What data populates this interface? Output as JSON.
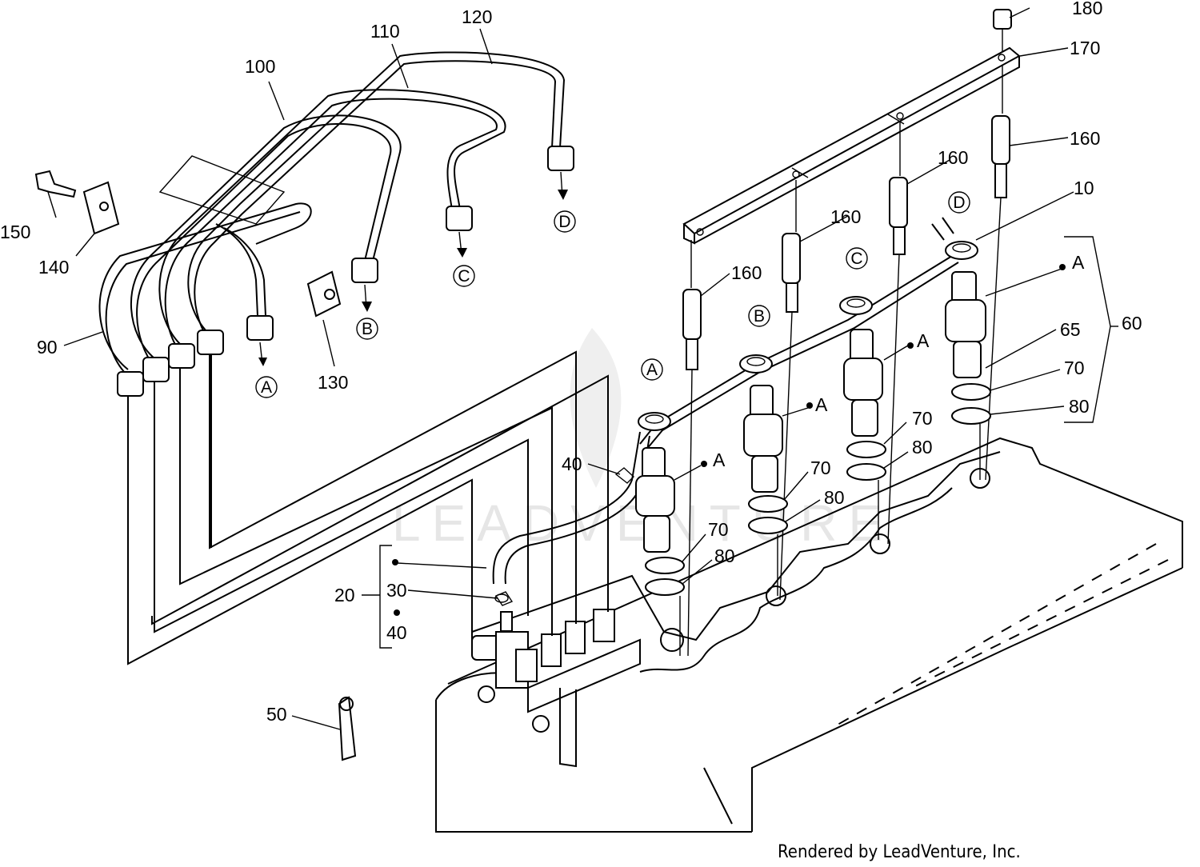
{
  "labels": {
    "l10": "10",
    "l20": "20",
    "l30": "30",
    "l40a": "40",
    "l40b": "40",
    "l50": "50",
    "l60": "60",
    "l65": "65",
    "l70a": "70",
    "l70b": "70",
    "l70c": "70",
    "l70d": "70",
    "l80a": "80",
    "l80b": "80",
    "l80c": "80",
    "l80d": "80",
    "l90": "90",
    "l100": "100",
    "l110": "110",
    "l120": "120",
    "l130": "130",
    "l140": "140",
    "l150": "150",
    "l160a": "160",
    "l160b": "160",
    "l160c": "160",
    "l160d": "160",
    "l170": "170",
    "l180": "180",
    "inj_a1": "A",
    "inj_a2": "A",
    "inj_a3": "A",
    "inj_a4": "A"
  },
  "connector_markers": {
    "pipe_a": "A",
    "pipe_b": "B",
    "pipe_c": "C",
    "pipe_d": "D",
    "return_a": "A",
    "return_b": "B",
    "return_c": "C",
    "return_d": "D"
  },
  "watermark": "LEADVENTURE",
  "credit": "Rendered by LeadVenture, Inc.",
  "colors": {
    "line": "#000000",
    "background": "#ffffff",
    "watermark": "#e6e6e6"
  }
}
